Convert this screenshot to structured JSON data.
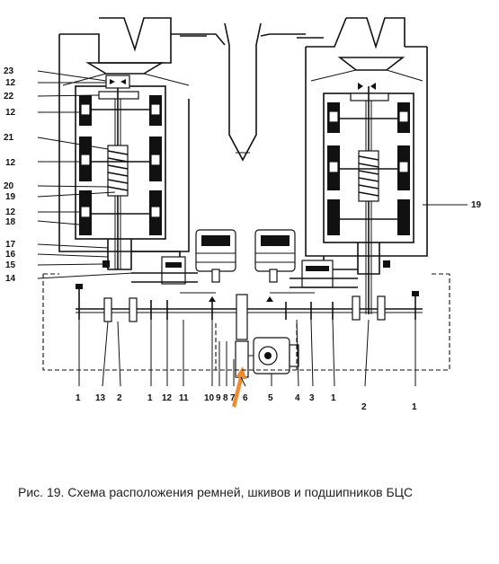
{
  "caption": "Рис. 19. Схема расположения ремней, шкивов и подшипников БЦС",
  "labels_left": [
    "23",
    "12",
    "22",
    "12",
    "21",
    "12",
    "20",
    "19",
    "12",
    "18",
    "17",
    "16",
    "15",
    "14"
  ],
  "labels_right": [
    "19"
  ],
  "labels_bottom": [
    "1",
    "13",
    "2",
    "1",
    "12",
    "11",
    "10",
    "9",
    "8",
    "7",
    "6",
    "5",
    "4",
    "3",
    "1",
    "2",
    "1"
  ],
  "colors": {
    "line": "#111111",
    "arrow": "#f08a2e"
  },
  "icons": [
    "orange-arrow-icon"
  ]
}
